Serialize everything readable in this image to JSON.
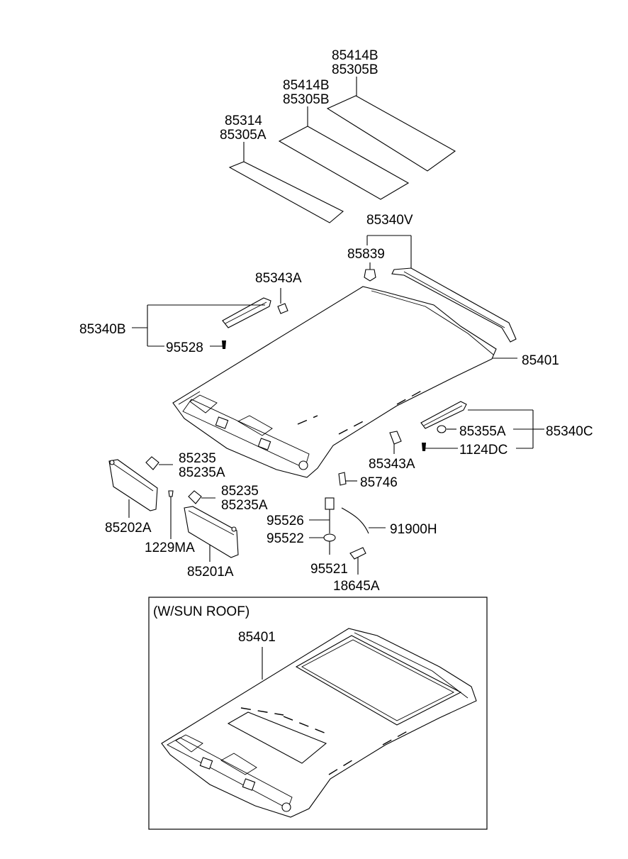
{
  "diagram": {
    "labels": {
      "pad_rear_part": "85414B",
      "pad_rear_sub": "85305B",
      "pad_mid_part": "85414B",
      "pad_mid_sub": "85305B",
      "pad_front_part": "85314",
      "pad_front_sub": "85305A",
      "assist_handle_rear": "85340V",
      "clip_85839": "85839",
      "cap_front": "85343A",
      "handle_left": "85340B",
      "screw_left": "95528",
      "headliner": "85401",
      "cap_right_small": "85355A",
      "handle_right": "85340C",
      "screw_right": "1124DC",
      "cap_right": "85343A",
      "retainer": "85746",
      "visor_holder_1": "85235",
      "visor_holder_1b": "85235A",
      "visor_holder_2": "85235",
      "visor_holder_2b": "85235A",
      "visor_right": "85202A",
      "screw_visor": "1229MA",
      "visor_left": "85201A",
      "lamp_harness": "95526",
      "lamp_socket": "95522",
      "lamp_bulb": "95521",
      "wiring": "91900H",
      "bulb": "18645A"
    },
    "inset": {
      "title": "(W/SUN ROOF)",
      "headliner": "85401"
    }
  }
}
